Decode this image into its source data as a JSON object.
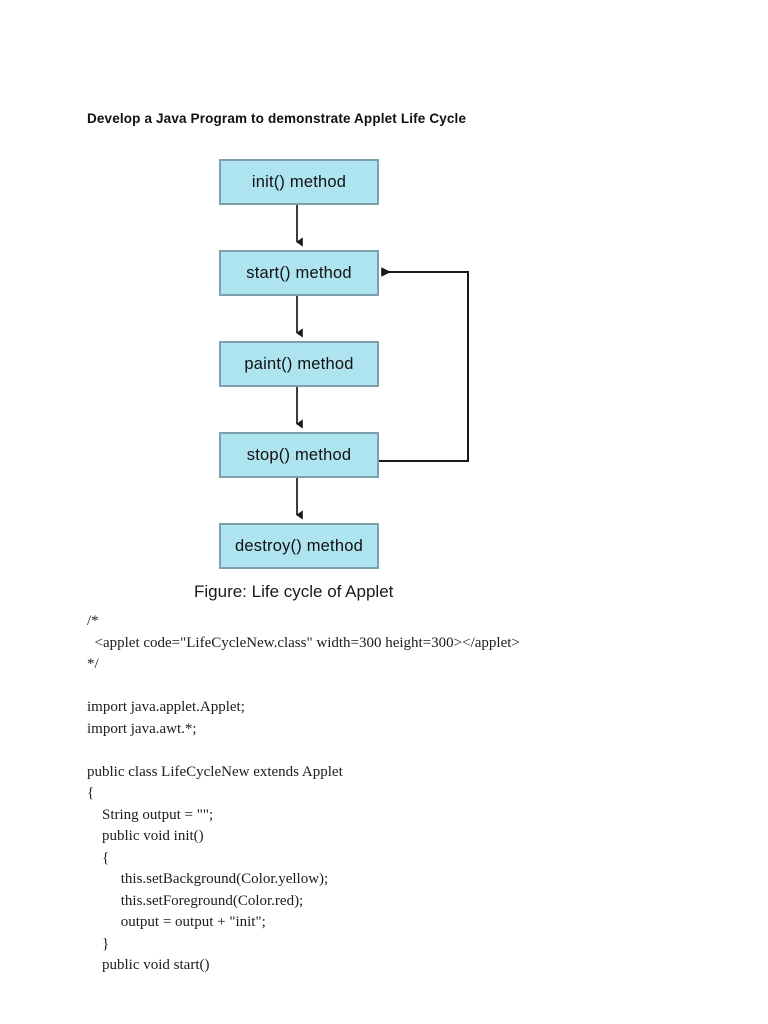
{
  "document": {
    "heading": "Develop a Java Program to demonstrate Applet Life Cycle"
  },
  "diagram": {
    "caption": "Figure: Life cycle of Applet",
    "box_fill_color": "#aee4f0",
    "box_border_color": "#7f9fab",
    "arrow_color": "#1a1a1a",
    "nodes": [
      {
        "id": "init",
        "label": "init() method"
      },
      {
        "id": "start",
        "label": "start() method"
      },
      {
        "id": "paint",
        "label": "paint() method"
      },
      {
        "id": "stop",
        "label": "stop() method"
      },
      {
        "id": "destroy",
        "label": "destroy() method"
      }
    ],
    "edges": [
      {
        "from": "init",
        "to": "start",
        "kind": "straight-down"
      },
      {
        "from": "start",
        "to": "paint",
        "kind": "straight-down"
      },
      {
        "from": "paint",
        "to": "stop",
        "kind": "straight-down"
      },
      {
        "from": "stop",
        "to": "destroy",
        "kind": "straight-down"
      },
      {
        "from": "stop",
        "to": "start",
        "kind": "feedback-loop-right"
      }
    ]
  },
  "code": {
    "lines": [
      "/*",
      "  <applet code=\"LifeCycleNew.class\" width=300 height=300></applet>",
      "*/",
      "",
      "import java.applet.Applet;",
      "import java.awt.*;",
      "",
      "public class LifeCycleNew extends Applet",
      "{",
      "    String output = \"\";",
      "    public void init()",
      "    {",
      "         this.setBackground(Color.yellow);",
      "         this.setForeground(Color.red);",
      "         output = output + \"init\";",
      "    }",
      "    public void start()"
    ]
  }
}
